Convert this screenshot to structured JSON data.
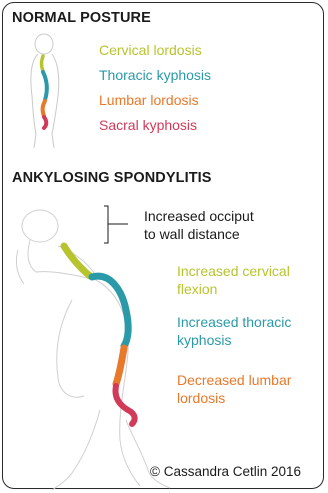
{
  "normal": {
    "heading": "NORMAL POSTURE",
    "labels": [
      {
        "text": "Cervical lordosis",
        "color": "#b8c42e"
      },
      {
        "text": "Thoracic kyphosis",
        "color": "#2a9aa8"
      },
      {
        "text": "Lumbar lordosis",
        "color": "#e8792a"
      },
      {
        "text": "Sacral kyphosis",
        "color": "#d23a5a"
      }
    ]
  },
  "as": {
    "heading": "ANKYLOSING SPONDYLITIS",
    "occiput_line1": "Increased occiput",
    "occiput_line2": "to wall distance",
    "labels": [
      {
        "line1": "Increased cervical",
        "line2": "flexion",
        "color": "#b8c42e"
      },
      {
        "line1": "Increased thoracic",
        "line2": "kyphosis",
        "color": "#2a9aa8"
      },
      {
        "line1": "Decreased lumbar",
        "line2": "lordosis",
        "color": "#e8792a"
      }
    ]
  },
  "copyright": "© Cassandra Cetlin 2016"
}
